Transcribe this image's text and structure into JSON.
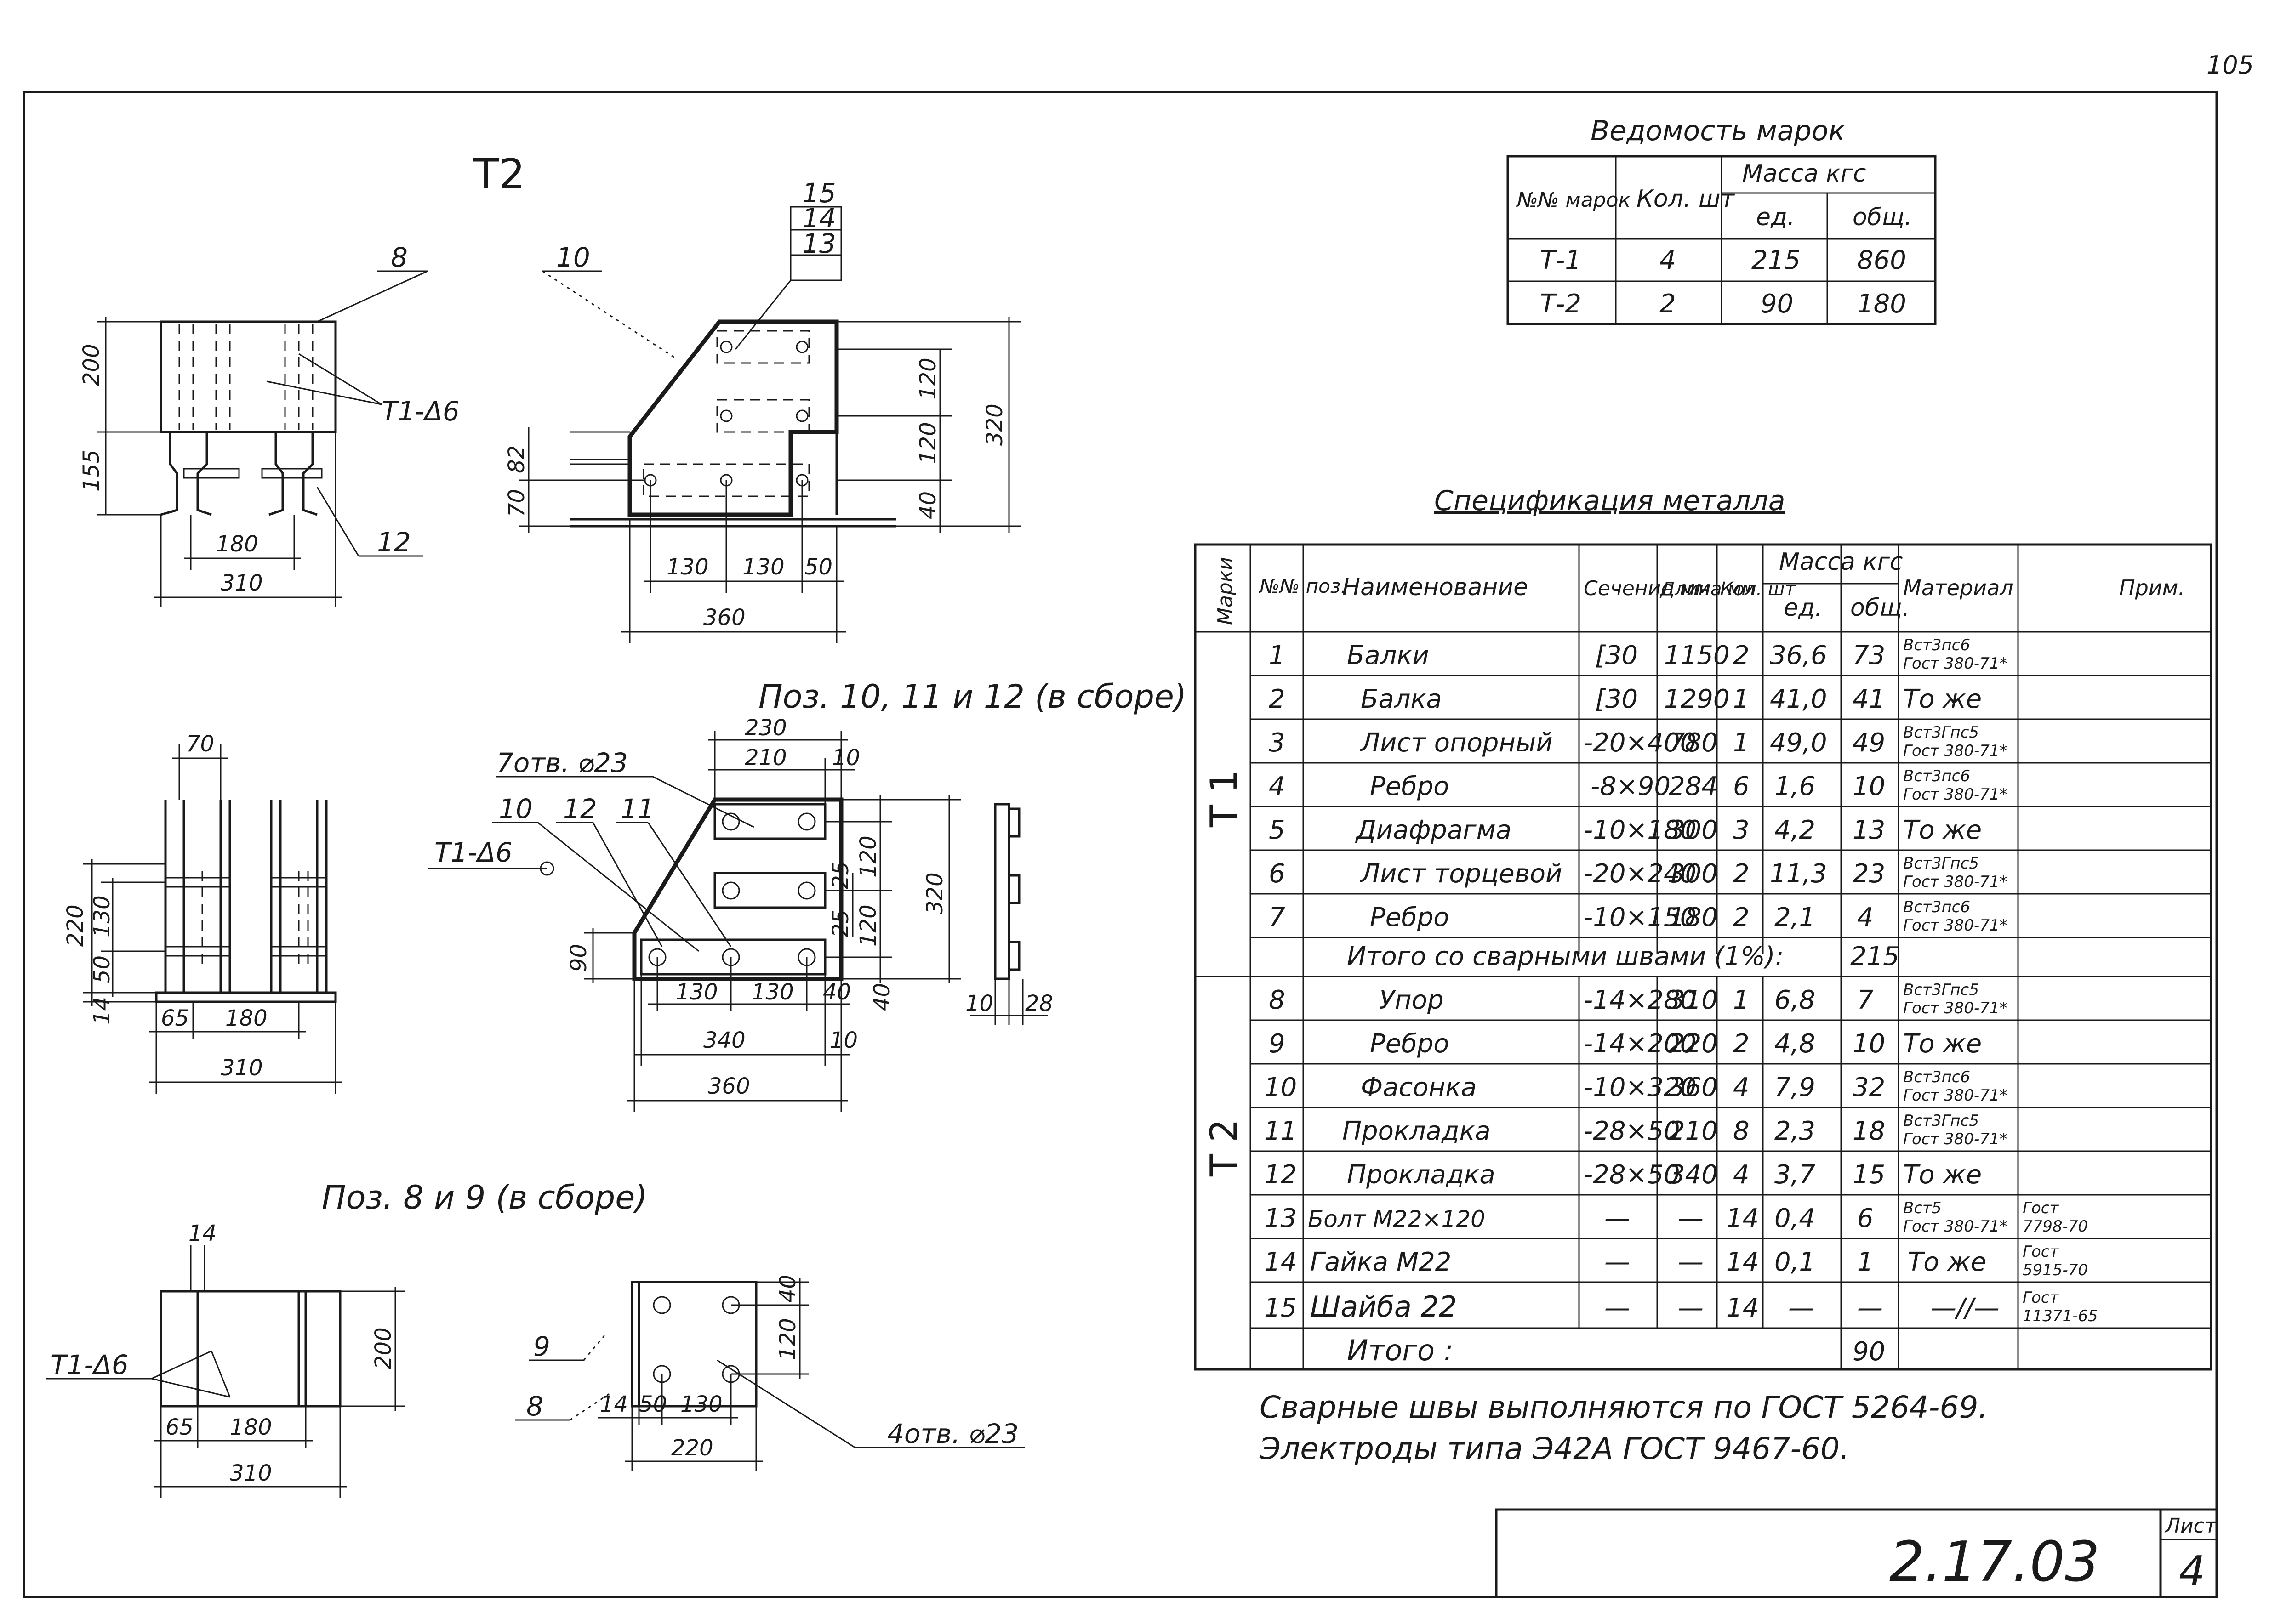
{
  "page_number": "105",
  "assembly_title": "Т2",
  "views": {
    "t2_labels": {
      "p8": "8",
      "p10": "10",
      "p12": "12",
      "p13": "13",
      "p14": "14",
      "p15": "15",
      "weld": "Т1-Δ6"
    },
    "t2_dims": {
      "d200": "200",
      "d155": "155",
      "d180": "180",
      "d310": "310",
      "d82": "82",
      "d70": "70",
      "d120a": "120",
      "d120b": "120",
      "d40": "40",
      "d320": "320",
      "d130a": "130",
      "d130b": "130",
      "d50": "50",
      "d360": "360"
    },
    "pos10_title": "Поз. 10, 11 и 12 (в сборе)",
    "pos10_labels": {
      "holes": "7отв. ⌀23",
      "p10": "10",
      "p12": "12",
      "p11": "11",
      "weld": "Т1-Δ6"
    },
    "pos10_dims": {
      "d230": "230",
      "d210": "210",
      "d10a": "10",
      "d25a": "25",
      "d25b": "25",
      "d120a": "120",
      "d120b": "120",
      "d320": "320",
      "d90": "90",
      "d130a": "130",
      "d130b": "130",
      "d40a": "40",
      "d40b": "40",
      "d340": "340",
      "d10b": "10",
      "d360": "360",
      "d10c": "10",
      "d28": "28"
    },
    "side_dims": {
      "d70": "70",
      "d220": "220",
      "d130": "130",
      "d50": "50",
      "d14": "14",
      "d65": "65",
      "d180": "180",
      "d310": "310"
    },
    "pos8_title": "Поз. 8 и 9 (в сборе)",
    "pos8_labels": {
      "weld": "Т1-Δ6",
      "d14": "14",
      "d200": "200",
      "d65": "65",
      "d180": "180",
      "d310": "310"
    },
    "pos9_labels": {
      "p9": "9",
      "p8": "8",
      "holes": "4отв. ⌀23",
      "d40": "40",
      "d120": "120",
      "d14": "14",
      "d50": "50",
      "d130": "130",
      "d220": "220"
    }
  },
  "marks_table": {
    "title": "Ведомость марок",
    "headers": {
      "mark": "№№ марок",
      "qty": "Кол. шт",
      "mass": "Масса кгс",
      "unit": "ед.",
      "total": "общ."
    },
    "rows": [
      {
        "mark": "Т-1",
        "qty": "4",
        "unit": "215",
        "total": "860"
      },
      {
        "mark": "Т-2",
        "qty": "2",
        "unit": "90",
        "total": "180"
      }
    ]
  },
  "spec_table": {
    "title": "Спецификация   металла",
    "headers": {
      "marks": "Марки",
      "pos": "№№ поз.",
      "name": "Наименование",
      "section": "Сечение мм",
      "length": "Длина мм",
      "qty": "Кол. шт",
      "mass": "Масса кгс",
      "unit": "ед.",
      "total": "общ.",
      "material": "Материал",
      "note": "Прим."
    },
    "group_t1": "Т 1",
    "group_t2": "Т 2",
    "rows_t1": [
      {
        "pos": "1",
        "name": "Балки",
        "section": "[30",
        "length": "1150",
        "qty": "2",
        "unit": "36,6",
        "total": "73",
        "mat1": "Вст3пс6",
        "mat2": "Гост 380-71*",
        "note1": "",
        "note2": ""
      },
      {
        "pos": "2",
        "name": "Балка",
        "section": "[30",
        "length": "1290",
        "qty": "1",
        "unit": "41,0",
        "total": "41",
        "mat1": "То же",
        "mat2": "",
        "note1": "",
        "note2": ""
      },
      {
        "pos": "3",
        "name": "Лист опорный",
        "section": "-20×400",
        "length": "780",
        "qty": "1",
        "unit": "49,0",
        "total": "49",
        "mat1": "Вст3Гпс5",
        "mat2": "Гост 380-71*",
        "note1": "",
        "note2": ""
      },
      {
        "pos": "4",
        "name": "Ребро",
        "section": "-8×90",
        "length": "284",
        "qty": "6",
        "unit": "1,6",
        "total": "10",
        "mat1": "Вст3пс6",
        "mat2": "Гост 380-71*",
        "note1": "",
        "note2": ""
      },
      {
        "pos": "5",
        "name": "Диафрагма",
        "section": "-10×180",
        "length": "300",
        "qty": "3",
        "unit": "4,2",
        "total": "13",
        "mat1": "То же",
        "mat2": "",
        "note1": "",
        "note2": ""
      },
      {
        "pos": "6",
        "name": "Лист торцевой",
        "section": "-20×240",
        "length": "300",
        "qty": "2",
        "unit": "11,3",
        "total": "23",
        "mat1": "Вст3Гпс5",
        "mat2": "Гост 380-71*",
        "note1": "",
        "note2": ""
      },
      {
        "pos": "7",
        "name": "Ребро",
        "section": "-10×150",
        "length": "180",
        "qty": "2",
        "unit": "2,1",
        "total": "4",
        "mat1": "Вст3пс6",
        "mat2": "Гост 380-71*",
        "note1": "",
        "note2": ""
      }
    ],
    "t1_subtotal_label": "Итого со сварными швами (1%):",
    "t1_subtotal": "215",
    "rows_t2": [
      {
        "pos": "8",
        "name": "Упор",
        "section": "-14×280",
        "length": "310",
        "qty": "1",
        "unit": "6,8",
        "total": "7",
        "mat1": "Вст3Гпс5",
        "mat2": "Гост 380-71*",
        "note1": "",
        "note2": ""
      },
      {
        "pos": "9",
        "name": "Ребро",
        "section": "-14×200",
        "length": "220",
        "qty": "2",
        "unit": "4,8",
        "total": "10",
        "mat1": "То же",
        "mat2": "",
        "note1": "",
        "note2": ""
      },
      {
        "pos": "10",
        "name": "Фасонка",
        "section": "-10×320",
        "length": "360",
        "qty": "4",
        "unit": "7,9",
        "total": "32",
        "mat1": "Вст3пс6",
        "mat2": "Гост 380-71*",
        "note1": "",
        "note2": ""
      },
      {
        "pos": "11",
        "name": "Прокладка",
        "section": "-28×50",
        "length": "210",
        "qty": "8",
        "unit": "2,3",
        "total": "18",
        "mat1": "Вст3Гпс5",
        "mat2": "Гост 380-71*",
        "note1": "",
        "note2": ""
      },
      {
        "pos": "12",
        "name": "Прокладка",
        "section": "-28×50",
        "length": "340",
        "qty": "4",
        "unit": "3,7",
        "total": "15",
        "mat1": "То же",
        "mat2": "",
        "note1": "",
        "note2": ""
      },
      {
        "pos": "13",
        "name": "Болт М22×120",
        "section": "—",
        "length": "—",
        "qty": "14",
        "unit": "0,4",
        "total": "6",
        "mat1": "Вст5",
        "mat2": "Гост 380-71*",
        "note1": "Гост",
        "note2": "7798-70"
      },
      {
        "pos": "14",
        "name": "Гайка М22",
        "section": "—",
        "length": "—",
        "qty": "14",
        "unit": "0,1",
        "total": "1",
        "mat1": "То же",
        "mat2": "",
        "note1": "Гост",
        "note2": "5915-70"
      },
      {
        "pos": "15",
        "name": "Шайба 22",
        "section": "—",
        "length": "—",
        "qty": "14",
        "unit": "—",
        "total": "—",
        "mat1": "—//—",
        "mat2": "",
        "note1": "Гост",
        "note2": "11371-65"
      }
    ],
    "t2_total_label": "Итого :",
    "t2_total": "90"
  },
  "notes": [
    "Сварные швы выполняются по ГОСТ 5264-69.",
    "Электроды типа Э42А ГОСТ 9467-60."
  ],
  "title_block": {
    "doc_number": "2.17.03",
    "sheet_label": "Лист",
    "sheet_number": "4"
  }
}
